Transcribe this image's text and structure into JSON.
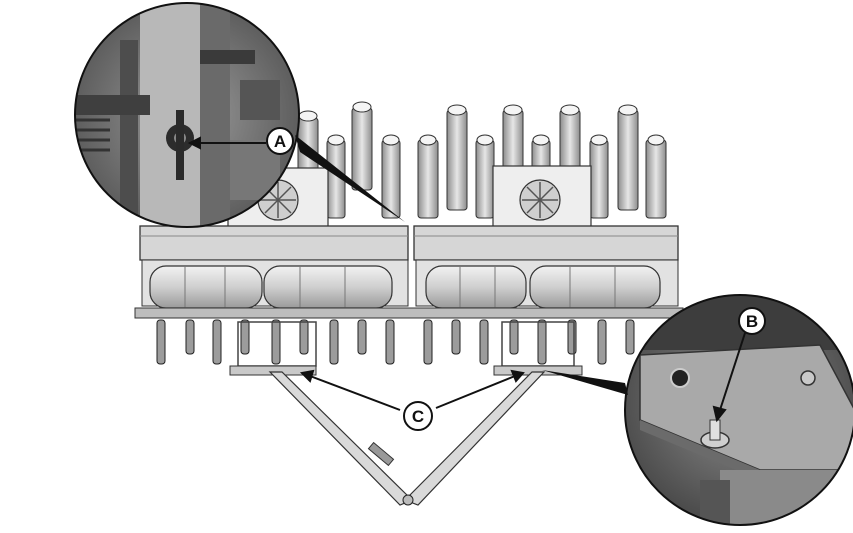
{
  "figure": {
    "callouts": {
      "a": "A",
      "b": "B",
      "c": "C"
    },
    "colors": {
      "ink": "#111111",
      "frame_light": "#d9d9d9",
      "frame_mid": "#a8a8a8",
      "frame_dark": "#5a5a5a",
      "photo_bg": "#7a7a7a"
    }
  }
}
